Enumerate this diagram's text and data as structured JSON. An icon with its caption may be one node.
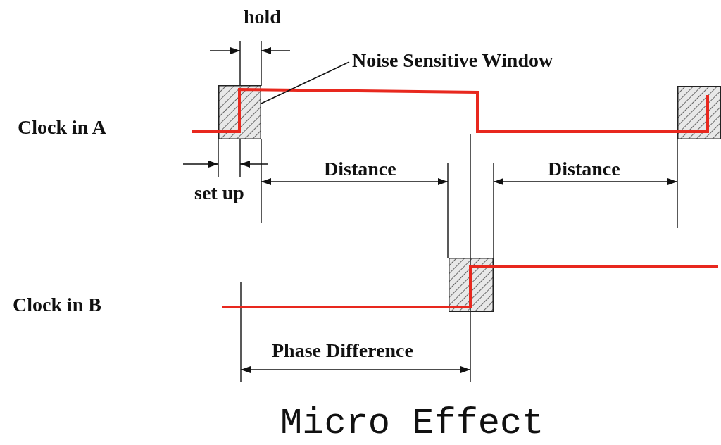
{
  "diagram": {
    "caption": "Micro Effect",
    "nodes": [
      {
        "text": [
          "Noise Sensitive Window"
        ]
      },
      {
        "text": [],
        "shape": "box"
      },
      {
        "text": [],
        "shape": "box"
      },
      {
        "text": [],
        "shape": "box"
      }
    ],
    "edges": [
      {
        "from": 0,
        "to": 1,
        "arrow": "none"
      }
    ],
    "labels": [
      "hold",
      "Clock in A",
      "Distance",
      "Distance",
      "set up",
      "Clock in B",
      "Phase Difference"
    ]
  }
}
